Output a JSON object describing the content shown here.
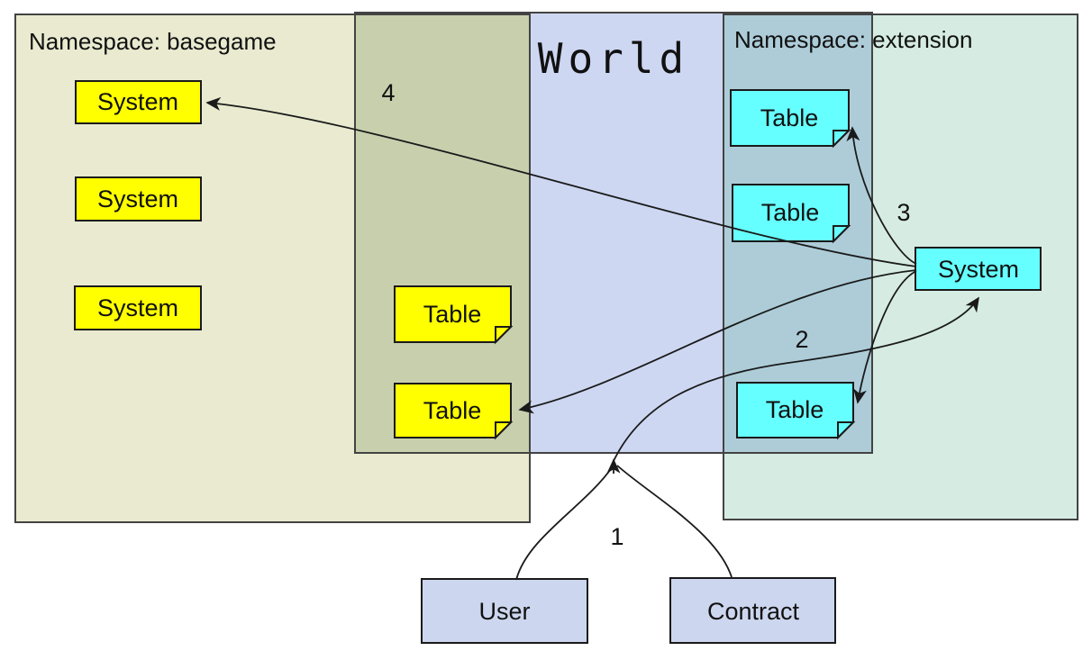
{
  "diagram": {
    "world": {
      "label": "World"
    },
    "namespaces": {
      "basegame": {
        "label": "Namespace: basegame"
      },
      "extension": {
        "label": "Namespace: extension"
      }
    },
    "basegame_systems": [
      {
        "label": "System"
      },
      {
        "label": "System"
      },
      {
        "label": "System"
      }
    ],
    "basegame_tables": [
      {
        "label": "Table"
      },
      {
        "label": "Table"
      }
    ],
    "extension_tables": [
      {
        "label": "Table"
      },
      {
        "label": "Table"
      },
      {
        "label": "Table"
      }
    ],
    "extension_system": {
      "label": "System"
    },
    "external": {
      "user": {
        "label": "User"
      },
      "contract": {
        "label": "Contract"
      }
    },
    "flow_steps": [
      "1",
      "2",
      "3",
      "4"
    ],
    "colors": {
      "basegame_fill": "#e9eacf",
      "world_fill": "#cdd7f2",
      "extension_fill": "#d6ece3",
      "basegame_world_overlap": "#c8cfad",
      "world_extension_overlap": "#adccd8",
      "basegame_node_fill": "#ffff00",
      "extension_node_fill": "#66ffff",
      "external_node_fill": "#ccd6ee",
      "edge_color": "#1a1a1a"
    }
  }
}
